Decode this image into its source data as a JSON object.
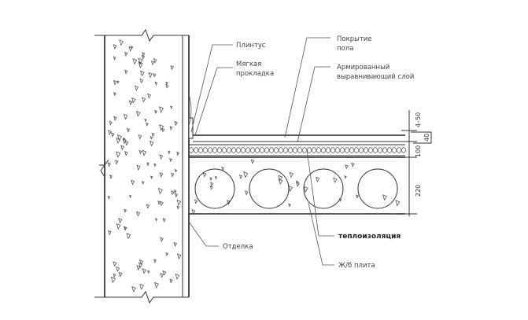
{
  "labels": {
    "plinth": "Плинтус",
    "soft_pad_1": "Мягкая",
    "soft_pad_2": "прокладка",
    "floor_cover_1": "Покрытие",
    "floor_cover_2": "пола",
    "screed_1": "Армированный",
    "screed_2": "выравнивающий слой",
    "insulation": "теплоизоляция",
    "finish": "Отделка",
    "slab": "Ж/б плита"
  },
  "dimensions": {
    "d1": "4–50",
    "d2": "40",
    "d3": "100",
    "d4": "220"
  }
}
